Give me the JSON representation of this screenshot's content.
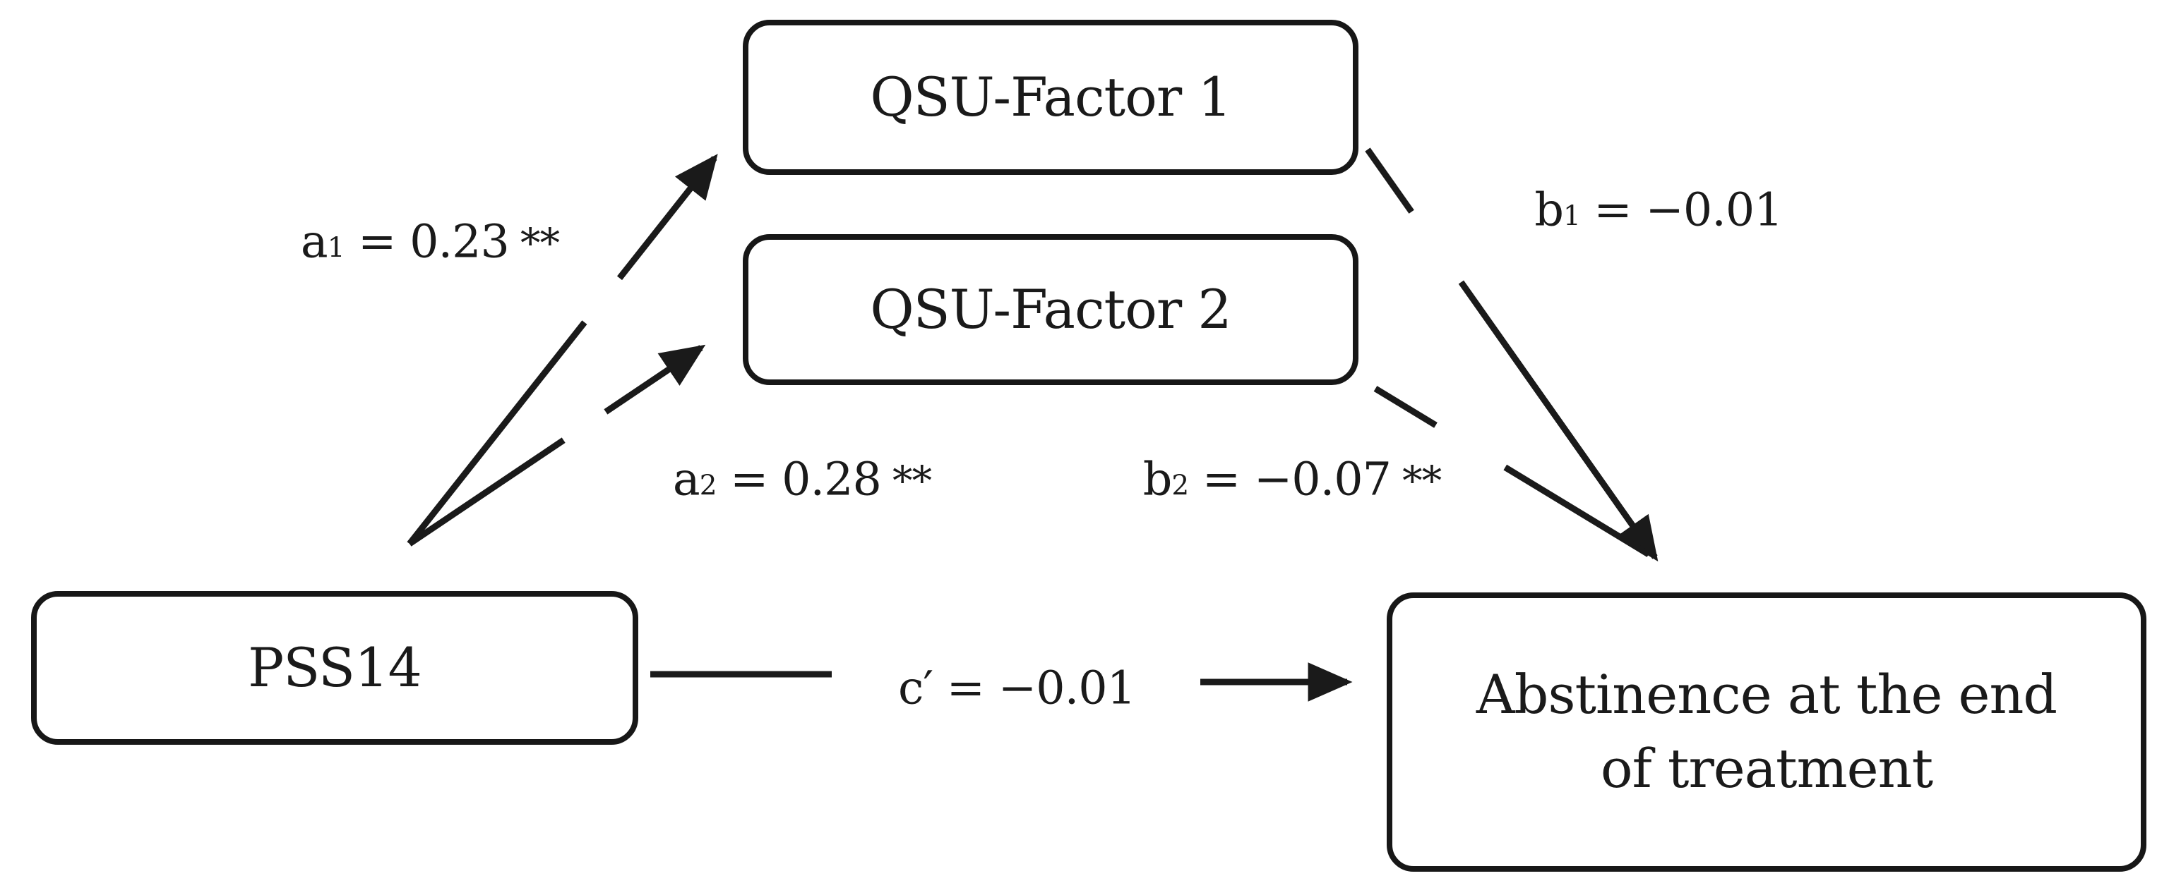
{
  "figure": {
    "type": "mediation-path-diagram",
    "background": "#ffffff",
    "ink": "#1a1a1a"
  },
  "boxes": {
    "qsu_factor_1": {
      "label": "QSU-Factor 1"
    },
    "qsu_factor_2": {
      "label": "QSU-Factor 2"
    },
    "pss14": {
      "label": "PSS14"
    },
    "abstinence": {
      "line1": "Abstinence at the end",
      "line2": "of treatment"
    }
  },
  "path_labels": {
    "a1": {
      "variable": "a",
      "subscript": "1",
      "value": "= 0.23",
      "significance": "**"
    },
    "a2": {
      "variable": "a",
      "subscript": "2",
      "value": "= 0.28",
      "significance": "**"
    },
    "b1": {
      "variable": "b",
      "subscript": "1",
      "value": "= −0.01",
      "significance": ""
    },
    "b2": {
      "variable": "b",
      "subscript": "2",
      "value": "= −0.07",
      "significance": "**"
    },
    "c_prime": {
      "variable": "c′",
      "subscript": "",
      "value": "= −0.01",
      "significance": ""
    }
  },
  "edges": [
    {
      "id": "a1",
      "from": "PSS14",
      "to": "QSU-Factor 1",
      "style": "solid-arrow"
    },
    {
      "id": "a2",
      "from": "PSS14",
      "to": "QSU-Factor 2",
      "style": "solid-arrow"
    },
    {
      "id": "b1",
      "from": "QSU-Factor 1",
      "to": "Abstinence at the end of treatment",
      "style": "broken-arrow"
    },
    {
      "id": "b2",
      "from": "QSU-Factor 2",
      "to": "Abstinence at the end of treatment",
      "style": "broken-arrow"
    },
    {
      "id": "c_prime",
      "from": "PSS14",
      "to": "Abstinence at the end of treatment",
      "style": "broken-arrow"
    }
  ]
}
